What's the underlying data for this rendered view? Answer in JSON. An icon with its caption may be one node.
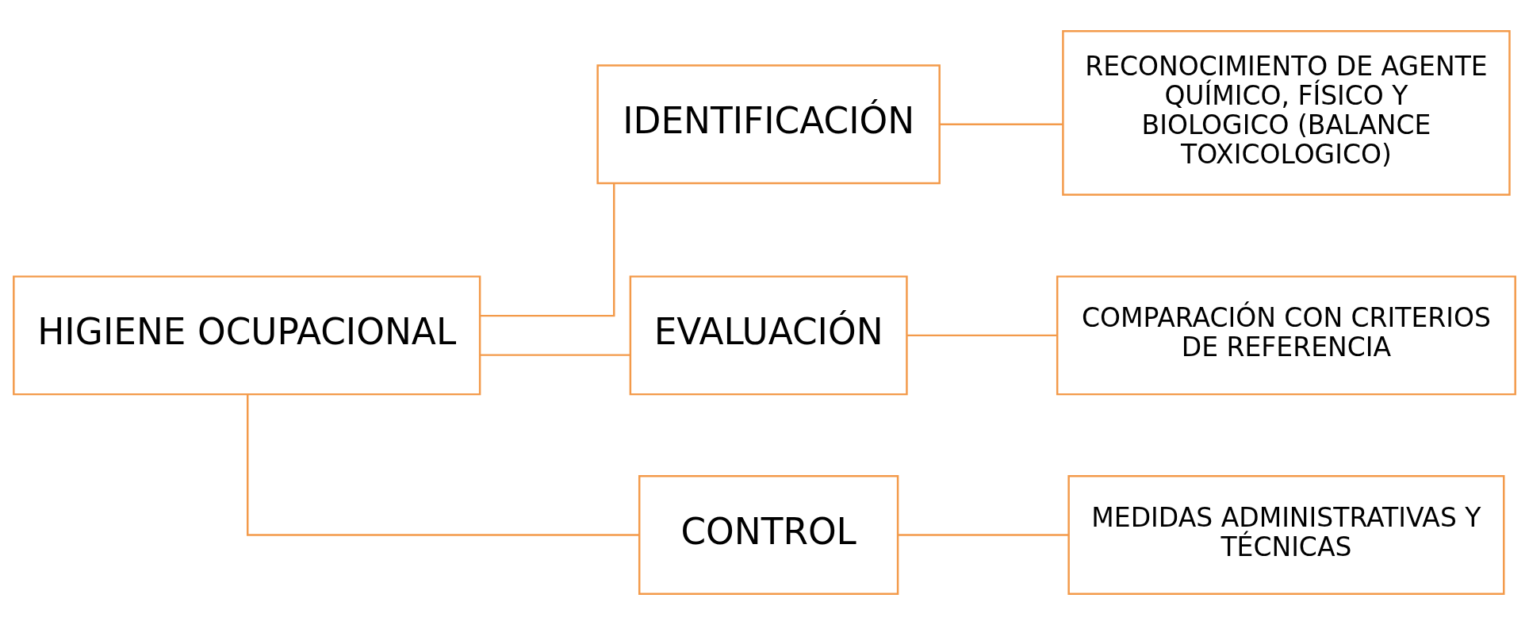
{
  "diagram": {
    "nodes": [
      {
        "text": [
          "HIGIENE OCUPACIONAL"
        ]
      },
      {
        "text": [
          "IDENTIFICACIÓN"
        ]
      },
      {
        "text": [
          "EVALUACIÓN"
        ]
      },
      {
        "text": [
          "CONTROL"
        ]
      },
      {
        "text": [
          "RECONOCIMIENTO DE AGENTE QUÍMICO, FÍSICO Y BIOLOGICO (BALANCE TOXICOLOGICO)"
        ]
      },
      {
        "text": [
          "COMPARACIÓN CON CRITERIOS DE REFERENCIA"
        ]
      },
      {
        "text": [
          "MEDIDAS ADMINISTRATIVAS Y TÉCNICAS"
        ]
      }
    ],
    "edges": [
      {
        "from": 0,
        "to": 1,
        "arrow": "none"
      },
      {
        "from": 0,
        "to": 2,
        "arrow": "none"
      },
      {
        "from": 0,
        "to": 3,
        "arrow": "none"
      },
      {
        "from": 1,
        "to": 4,
        "arrow": "none"
      },
      {
        "from": 2,
        "to": 5,
        "arrow": "none"
      },
      {
        "from": 3,
        "to": 6,
        "arrow": "none"
      }
    ]
  }
}
